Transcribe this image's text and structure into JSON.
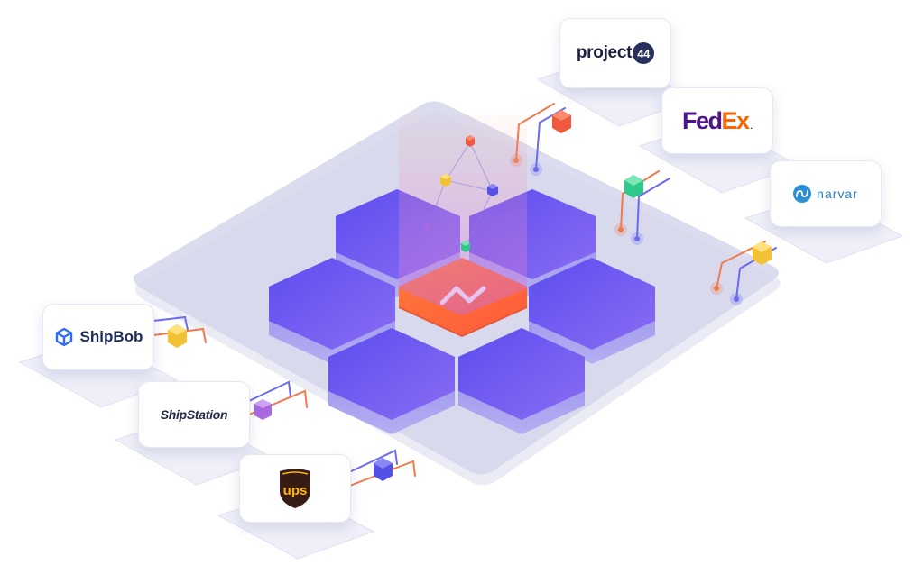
{
  "partners": {
    "project44": {
      "text": "project",
      "badge": "44"
    },
    "fedex": {
      "fe": "Fed",
      "ex": "Ex",
      "dot": "."
    },
    "narvar": {
      "text": "narvar"
    },
    "shipbob": {
      "text": "ShipBob"
    },
    "shipstation": {
      "text": "ShipStation"
    },
    "ups": {
      "text": "ups"
    }
  },
  "colors": {
    "platform": "#dcdcef",
    "hex_purple": "#6a5ef0",
    "hex_center": "#ff6a2c",
    "orange_line": "#f07a4a",
    "purple_line": "#6b6bf0",
    "cube_yellow": "#f2c233",
    "cube_red": "#ef5a3e",
    "cube_green": "#2ec98a",
    "cube_purple": "#a86ae0",
    "cube_indigo": "#5550e6"
  },
  "icons": [
    "hub-logo-icon",
    "shipbob-box-icon",
    "narvar-mark-icon",
    "ups-shield-icon"
  ]
}
